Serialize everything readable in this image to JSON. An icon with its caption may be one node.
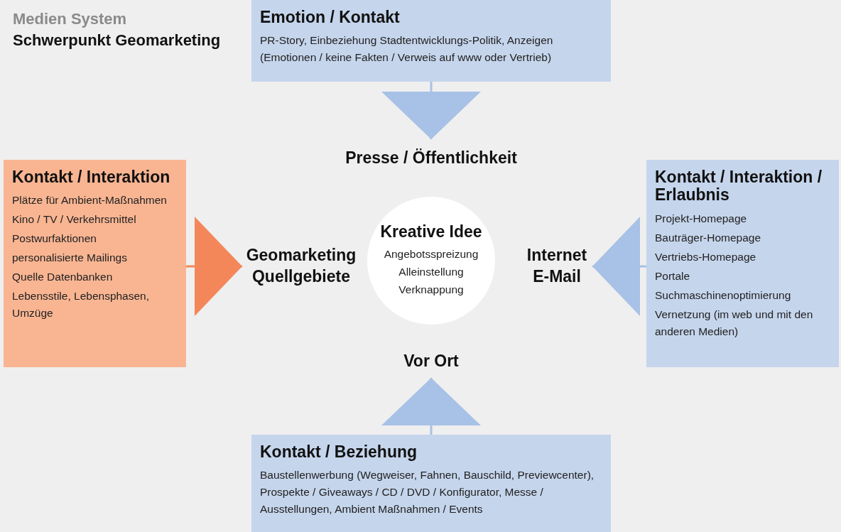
{
  "diagram": {
    "title": "Medien System",
    "nodes": [
      {
        "text": [
          "Emotion / Kontakt",
          "PR-Story, Einbeziehung Stadtentwicklungs-Politik, Anzeigen (Emotionen / keine Fakten / Verweis auf www oder Vertrieb)"
        ]
      },
      {
        "text": [
          "Presse / Öffentlichkeit"
        ]
      },
      {
        "text": [
          "Kontakt / Interaktion",
          "Plätze für Ambient-Maßnahmen",
          "Kino / TV / Verkehrsmittel",
          "Postwurfaktionen",
          "personalisierte Mailings",
          "Quelle Datenbanken",
          "Lebensstile, Lebensphasen, Umzüge"
        ]
      },
      {
        "text": [
          "Geomarketing Quellgebiete"
        ]
      },
      {
        "text": [
          "Kreative Idee",
          "Angebotsspreizung",
          "Alleinstellung",
          "Verknappung"
        ]
      },
      {
        "text": [
          "Internet E-Mail"
        ]
      },
      {
        "text": [
          "Kontakt / Interaktion / Erlaubnis",
          "Projekt-Homepage",
          "Bauträger-Homepage",
          "Vertriebs-Homepage",
          "Portale",
          "Suchmaschinenoptimierung",
          "Vernetzung (im web und mit den anderen Medien)"
        ]
      },
      {
        "text": [
          "Vor Ort"
        ]
      },
      {
        "text": [
          "Kontakt / Beziehung",
          "Baustellenwerbung (Wegweiser, Fahnen, Bauschild, Previewcenter), Prospekte / Giveaways / CD / DVD / Konfigurator, Messe / Ausstellungen, Ambient Maßnahmen / Events"
        ]
      }
    ],
    "edges": [
      {
        "from": 0,
        "to": 1,
        "arrow": "to"
      },
      {
        "from": 2,
        "to": 3,
        "arrow": "to",
        "color": "#f4875a"
      },
      {
        "from": 6,
        "to": 5,
        "arrow": "to"
      },
      {
        "from": 8,
        "to": 7,
        "arrow": "to"
      }
    ],
    "labels": [
      "Schwerpunkt Geomarketing"
    ]
  }
}
